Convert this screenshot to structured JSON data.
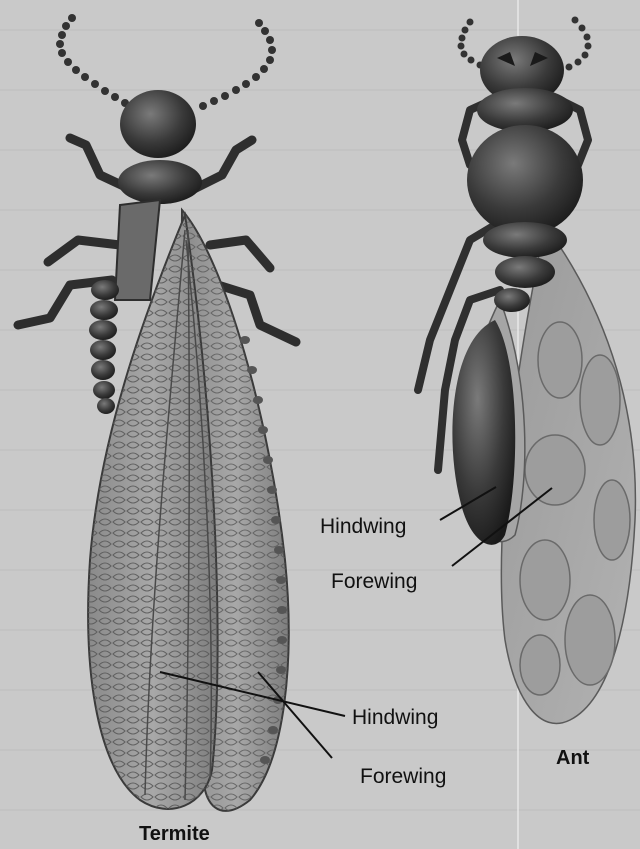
{
  "specimens": [
    {
      "name": "Termite",
      "labels": [
        "Hindwing",
        "Forewing"
      ]
    },
    {
      "name": "Ant",
      "labels": [
        "Hindwing",
        "Forewing"
      ]
    }
  ]
}
